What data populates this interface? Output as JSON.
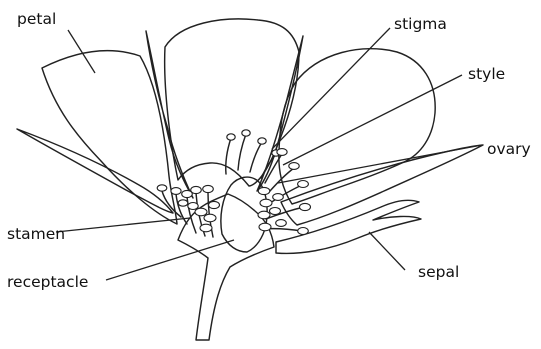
{
  "diagram": {
    "labels": {
      "petal": "petal",
      "stigma": "stigma",
      "style": "style",
      "ovary": "ovary",
      "stamen": "stamen",
      "receptacle": "receptacle",
      "sepal": "sepal"
    },
    "colors": {
      "petal_fill": "#f3ddd1",
      "sepal_fill": "#e4ebee",
      "outline": "#222222",
      "label_text": "#111111",
      "background": "#ffffff"
    }
  }
}
